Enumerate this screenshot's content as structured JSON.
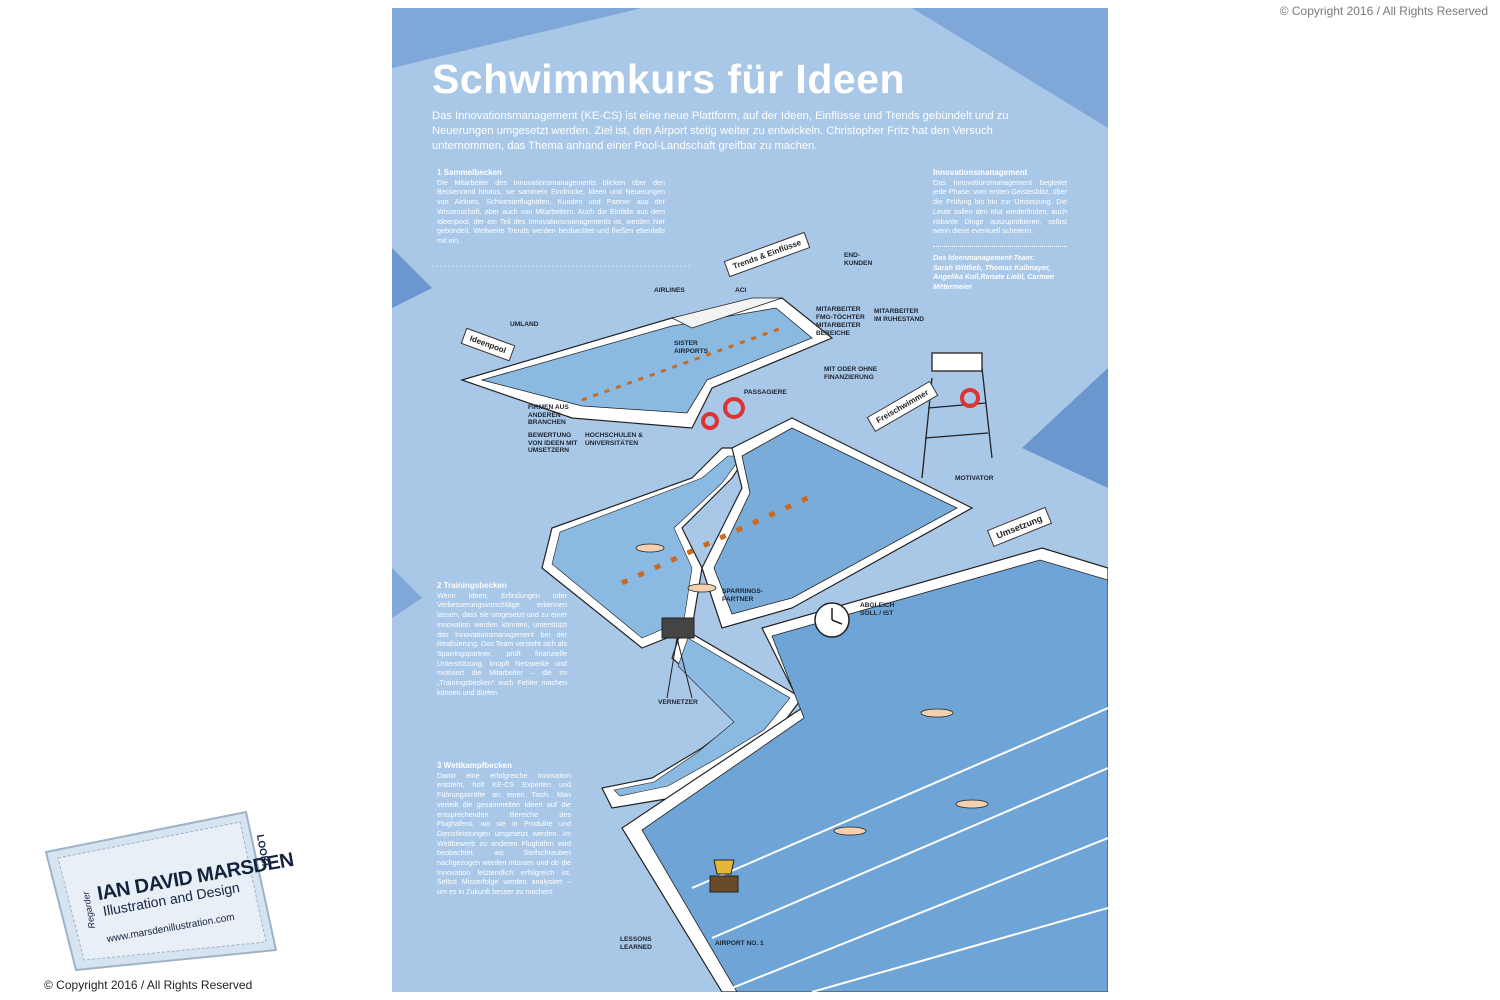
{
  "copyright": "© Copyright 2016 / All Rights Reserved",
  "poster": {
    "title": "Schwimmkurs für Ideen",
    "intro": "Das Innovationsmanagement (KE-CS) ist eine neue Plattform, auf der Ideen, Einflüsse und Trends gebündelt und zu Neuerungen umgesetzt werden. Ziel ist, den Airport stetig weiter zu entwickeln. Christopher Fritz hat den Versuch unternommen, das Thema anhand einer Pool-Landschaft greifbar zu machen.",
    "sections": [
      {
        "heading": "1 Sammelbecken",
        "text": "Die Mitarbeiter des Innovationsmanagements blicken über den Beckenrand hinaus, sie sammeln Eindrücke, Ideen und Neuerungen von Airlines, Schwesterflughäfen, Kunden und Partner aus der Wissenschaft, aber auch von Mitarbeitern. Auch die Einfälle aus dem Ideenpool, der ein Teil des Innovationsmanagements ist, werden hier gebündelt. Weltweite Trends werden beobachtet und fließen ebenfalls mit ein."
      },
      {
        "heading": "2 Trainingsbecken",
        "text": "Wenn Ideen, Erfindungen oder Verbesserungsvorschläge erkennen lassen, dass sie umgesetzt und zu einer Innovation werden könnten, unterstützt das Innovationsmanagement bei der Realisierung. Das Team versteht sich als Sparringspartner, prüft finanzielle Unterstützung, knüpft Netzwerke und motiviert die Mitarbeiter – die im „Trainingsbecken“ auch Fehler machen können und dürfen."
      },
      {
        "heading": "3 Wettkampfbecken",
        "text": "Damit eine erfolgreiche Innovation entsteht, holt KE-CS Experten und Führungskräfte an einen Tisch. Man verteilt die gesammelten Ideen auf die entsprechenden Bereiche des Flughafens, wo sie in Produkte und Dienstleistungen umgesetzt werden. Im Wettbewerb zu anderen Flughäfen wird beobachtet, wo Stellschrauben nachgezogen werden müssen und ob die Innovation letztendlich erfolgreich ist. Selbst Misserfolge werden analysiert – um es in Zukunft besser zu machen!"
      }
    ],
    "side": {
      "heading": "Innovationsmanagement",
      "text": "Das Innovationsmanagement begleitet jede Phase: vom ersten Geistesblitz, über die Prüfung bis hin zur Umsetzung. Die Leute sollen den Mut wiederfinden, auch riskante Dinge auszuprobieren, selbst wenn diese eventuell scheitern.",
      "team_title": "Das Ideenmanagement-Team:",
      "team_names": "Sarah Wittlieb, Thomas Kallmayer, Angelika Koll,Renate Liebl, Carmen Mittermeier"
    },
    "signs": {
      "trends": "Trends & Einflüsse",
      "ideenpool": "Ideenpool",
      "freischwimmer": "Freischwimmer",
      "umsetzung": "Umsetzung"
    },
    "labels": {
      "airlines": "AIRLINES",
      "aci": "ACI",
      "endkunden": "END-\nKUNDEN",
      "umland": "UMLAND",
      "mitarbeiter_toechter": "MITARBEITER\nFMG-TÖCHTER",
      "mitarbeiter_ruhestand": "MITARBEITER\nIM RUHESTAND",
      "mitarbeiter_bereiche": "MITARBEITER\nBEREICHE",
      "sister_airports": "SISTER\nAIRPORTS",
      "mit_oder_ohne": "MIT ODER OHNE\nFINANZIERUNG",
      "passagiere": "PASSAGIERE",
      "firmen": "FIRMEN AUS\nANDEREN\nBRANCHEN",
      "bewertung": "BEWERTUNG\nVON IDEEN MIT\nUMSETZERN",
      "hochschulen": "HOCHSCHULEN &\nUNIVERSITÄTEN",
      "motivator": "MOTIVATOR",
      "sparrings": "SPARRINGS-\nPARTNER",
      "abgleich": "ABGLEICH\nSOLL / IST",
      "vernetzer": "VERNETZER",
      "lessons": "LESSONS\nLEARNED",
      "airport": "AIRPORT NO. 1"
    }
  },
  "stamp": {
    "name": "IAN DAVID MARSDEN",
    "subtitle": "Illustration and Design",
    "url": "www.marsdenillustration.com",
    "left_text": "Regarder",
    "right_text": "LOOK!"
  }
}
